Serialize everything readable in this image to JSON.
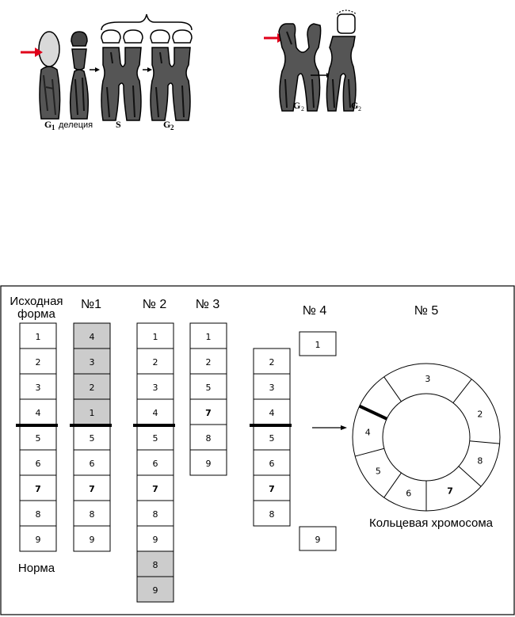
{
  "top_left": {
    "labels": [
      {
        "id": "g1",
        "text": "G"
      },
      {
        "id": "g1_sub",
        "text": "1"
      },
      {
        "id": "deletion",
        "text": "делеция"
      },
      {
        "id": "s",
        "text": "S"
      },
      {
        "id": "g2",
        "text": "G"
      },
      {
        "id": "g2_sub",
        "text": "2"
      }
    ]
  },
  "top_right": {
    "labels": [
      {
        "id": "g2a",
        "text": "G"
      },
      {
        "id": "g2a_sub",
        "text": "2"
      },
      {
        "id": "g2b",
        "text": "G"
      },
      {
        "id": "g2b_sub",
        "text": "2"
      }
    ]
  },
  "bottom": {
    "columns": [
      {
        "id": "norm",
        "title_lines": [
          "Исходная",
          "форма"
        ],
        "segments": [
          "1",
          "2",
          "3",
          "4",
          "5",
          "6",
          "7",
          "8",
          "9"
        ],
        "shaded": [],
        "footer": "Норма"
      },
      {
        "id": "n1",
        "title_lines": [
          "№1"
        ],
        "segments": [
          "4",
          "3",
          "2",
          "1",
          "5",
          "6",
          "7",
          "8",
          "9"
        ],
        "shaded": [
          0,
          1,
          2,
          3
        ]
      },
      {
        "id": "n2",
        "title_lines": [
          "№ 2"
        ],
        "segments": [
          "1",
          "2",
          "3",
          "4",
          "5",
          "6",
          "7",
          "8",
          "9",
          "8",
          "9"
        ],
        "shaded": [
          9,
          10
        ]
      },
      {
        "id": "n3",
        "title_lines": [
          "№ 3"
        ],
        "segments": [
          "1",
          "2",
          "5",
          "7",
          "8",
          "9"
        ],
        "shaded": []
      },
      {
        "id": "n4",
        "title_lines": [
          "№ 4"
        ],
        "segments": [
          "2",
          "3",
          "4",
          "5",
          "6",
          "7",
          "8"
        ],
        "shaded": [],
        "fragments": [
          "1",
          "9"
        ]
      },
      {
        "id": "n5",
        "title_lines": [
          "№ 5"
        ],
        "ring_segments": [
          "3",
          "2",
          "8",
          "7",
          "6",
          "5",
          "4"
        ],
        "caption": "Кольцевая хромосома"
      }
    ]
  }
}
